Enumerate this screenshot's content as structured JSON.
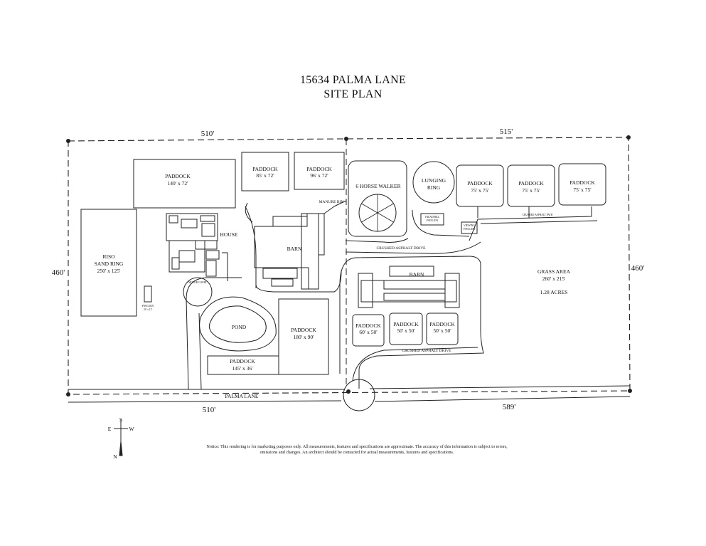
{
  "title": {
    "line1": "15634 PALMA LANE",
    "line2": "SITE PLAN"
  },
  "dimensions": {
    "top_left": "510'",
    "top_right": "515'",
    "bottom_left": "510'",
    "bottom_right": "589'",
    "left": "460'",
    "right": "460'"
  },
  "labels": {
    "paddock": "PADDOCK",
    "paddock_140x72": "140' x 72'",
    "paddock_85x72": "85' x 72'",
    "paddock_96x72": "96' x 72'",
    "paddock_75x75": "75' x 75'",
    "paddock_60x50": "60' x 50'",
    "paddock_50x50": "50' x 50'",
    "paddock_180x90": "180' x 90'",
    "paddock_145x36": "145' x 36'",
    "horse_walker": "6 HORSE WALKER",
    "lunging_ring_1": "LUNGING",
    "lunging_ring_2": "RING",
    "manure_bin": "MANURE BIN",
    "house": "HOUSE",
    "barn": "BARN",
    "riso_1": "RISO",
    "riso_2": "SAND RING",
    "riso_3": "250' x 125'",
    "pond": "POND",
    "motor_court": "MOTOR COURT",
    "pavilion": "PAVILION",
    "pavilion_size": "24' x 12'",
    "crushed_asphalt_drive": "CRUSHED ASPHALT DRIVE",
    "crushed_asphalt_path": "CRUSHED ASPHALT PATH",
    "grass_1": "GRASS AREA",
    "grass_2": "260' x 215'",
    "grass_3": "1.28 ACRES",
    "palma_lane": "PALMA LANE",
    "treadmill_1": "TREADMILL",
    "treadmill_2": "PAVILION",
    "viewing_1": "VIEWING",
    "viewing_2": "PAVILION"
  },
  "compass": {
    "n": "N",
    "s": "S",
    "e": "E",
    "w": "W"
  },
  "notice": "Notice: This rendering is for marketing purposes only. All measurements, features and specifications are approximate. The accuracy of this information is subject to errors, omissions and changes. An architect should be contacted for actual measurements, features and specifications."
}
